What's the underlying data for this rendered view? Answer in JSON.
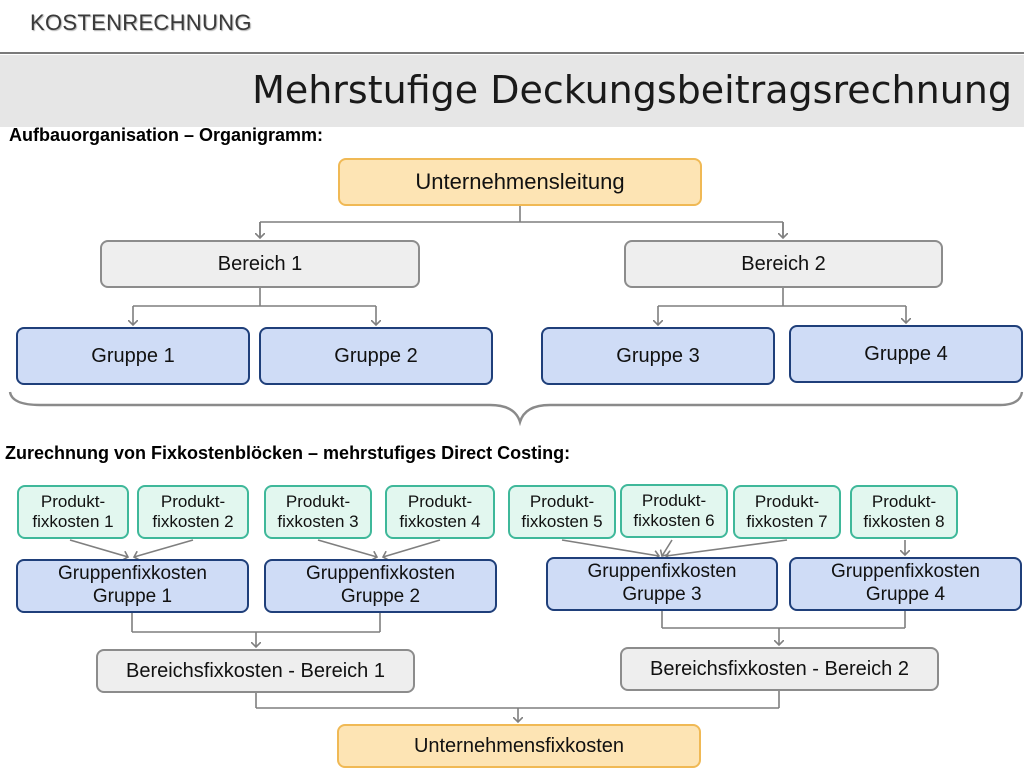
{
  "header": {
    "label": "KOSTENRECHNUNG",
    "title": "Mehrstufige Deckungsbeitragsrechnung"
  },
  "section1": {
    "heading": "Aufbauorganisation – Organigramm:",
    "top": "Unternehmensleitung",
    "areas": [
      "Bereich 1",
      "Bereich 2"
    ],
    "groups": [
      "Gruppe 1",
      "Gruppe 2",
      "Gruppe 3",
      "Gruppe 4"
    ]
  },
  "section2": {
    "heading": "Zurechnung von Fixkostenblöcken – mehrstufiges Direct Costing:",
    "products": [
      [
        "Produkt-",
        "fixkosten 1"
      ],
      [
        "Produkt-",
        "fixkosten 2"
      ],
      [
        "Produkt-",
        "fixkosten 3"
      ],
      [
        "Produkt-",
        "fixkosten 4"
      ],
      [
        "Produkt-",
        "fixkosten 5"
      ],
      [
        "Produkt-",
        "fixkosten 6"
      ],
      [
        "Produkt-",
        "fixkosten 7"
      ],
      [
        "Produkt-",
        "fixkosten 8"
      ]
    ],
    "groups": [
      [
        "Gruppenfixkosten",
        "Gruppe 1"
      ],
      [
        "Gruppenfixkosten",
        "Gruppe 2"
      ],
      [
        "Gruppenfixkosten",
        "Gruppe 3"
      ],
      [
        "Gruppenfixkosten",
        "Gruppe 4"
      ]
    ],
    "areas": [
      "Bereichsfixkosten - Bereich 1",
      "Bereichsfixkosten - Bereich 2"
    ],
    "company": "Unternehmensfixkosten"
  },
  "colors": {
    "top_fill": "#fde4b4",
    "top_border": "#f0b955",
    "gray_fill": "#eeeeee",
    "gray_border": "#8c8c8c",
    "blue_fill": "#cfdcf6",
    "blue_border": "#1f3f7a",
    "green_fill": "#e2f7ef",
    "green_border": "#3fb89a",
    "connector": "#7f7f7f"
  }
}
